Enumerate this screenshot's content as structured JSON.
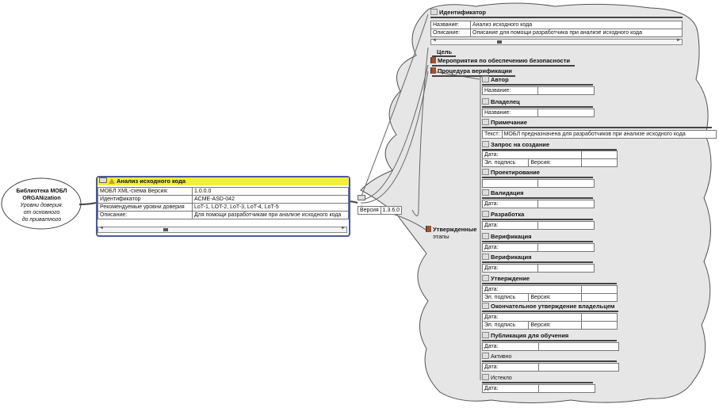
{
  "root": {
    "line1": "Библиотека МОБЛ",
    "line2": "ORGANization",
    "line3": "Уровни доверия:",
    "line4": "от основного",
    "line5": "до приватного"
  },
  "main": {
    "title": "Анализ исходного кода",
    "rows": [
      [
        "МОБЛ XML-схема Версия:",
        "1.0.0.0"
      ],
      [
        "Идентификатор",
        "ACME-ASD-042"
      ],
      [
        "Рекомендуемые уровни доверия",
        "LoT-1, LOT-2, LoT-3, LoT-4, LoT-5"
      ],
      [
        "Описание:",
        "Для помощи разработчикам при анализе исходного кода"
      ]
    ]
  },
  "version": {
    "label": "Версия",
    "value": "1.3.6.0"
  },
  "ident": {
    "title": "Идентификатор",
    "rows": [
      [
        "Название:",
        "Анализ исходного кода"
      ],
      [
        "Описание:",
        "Описание для помощи разработчика при анализе исходного кода"
      ]
    ]
  },
  "goal": "Цель",
  "measures": "Мероприятия по обеспечению безопасности",
  "verif": "Процедура верификации",
  "stages": {
    "l1": "Утвержденные",
    "l2": "этапы"
  },
  "author": {
    "title": "Автор",
    "label": "Название:"
  },
  "owner": {
    "title": "Владелец",
    "label": "Название:"
  },
  "note": {
    "title": "Примечание",
    "label": "Текст:",
    "value": "МОБЛ предназначена для разработчиков при анализе исходного кода"
  },
  "request": {
    "title": "Запрос на создание",
    "date": "Дата:",
    "sig": "Эл. подпись",
    "ver": "Версия:"
  },
  "design": {
    "title": "Проектирование"
  },
  "valid": {
    "title": "Валидация",
    "date": "Дата:"
  },
  "dev": {
    "title": "Разработка",
    "date": "Дата:"
  },
  "verif1": {
    "title": "Верификация",
    "date": "Дата:"
  },
  "verif2": {
    "title": "Верификация",
    "date": "Дата:"
  },
  "approve": {
    "title": "Утверждение",
    "date": "Дата:",
    "sig": "Эл. подпись",
    "ver": "Версия:"
  },
  "final": {
    "title": "Окончательное утверждение владельцем",
    "date": "Дата:",
    "sig": "Эл. подпись",
    "ver": "Версия:"
  },
  "pub": {
    "title": "Публикация для обучения",
    "date": "Дата:"
  },
  "active": {
    "title": "Активно",
    "date": "Дата:"
  },
  "expired": {
    "title": "Истекло",
    "date": "Дата:"
  }
}
